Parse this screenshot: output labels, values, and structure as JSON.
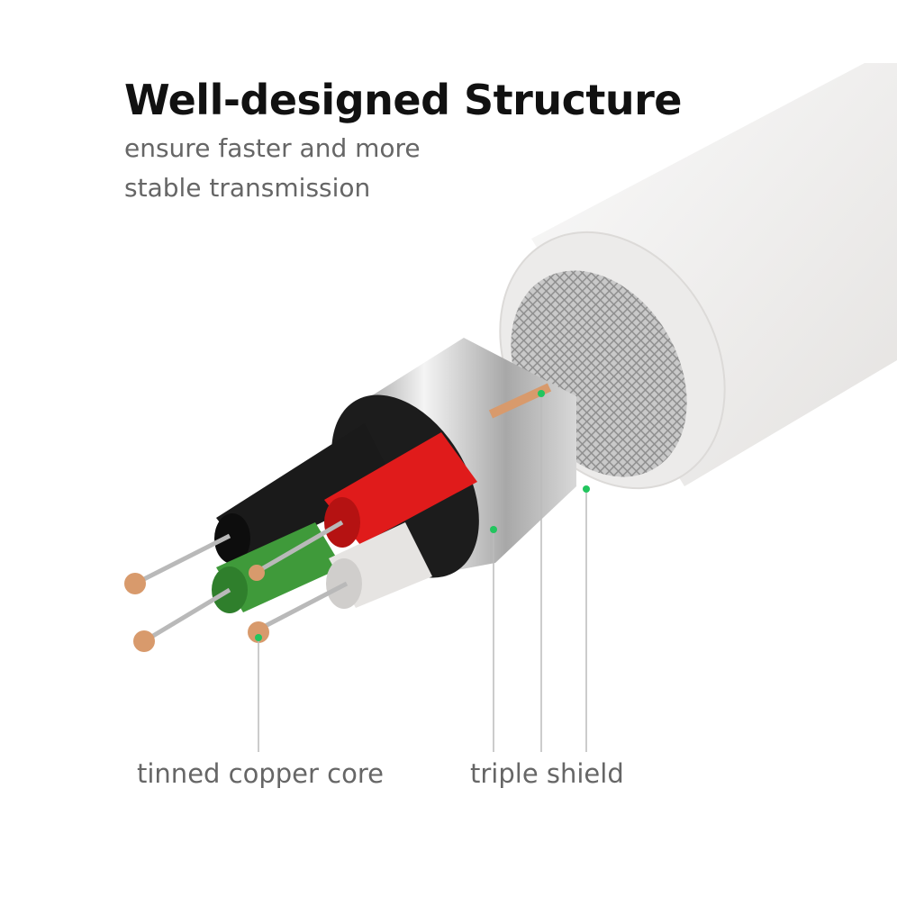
{
  "heading": {
    "title": "Well-designed Structure",
    "subtitle_line1": "ensure faster and more",
    "subtitle_line2": "stable transmission"
  },
  "callouts": {
    "core_label": "tinned copper core",
    "shield_label": "triple shield"
  },
  "colors": {
    "marker": "#22c55e",
    "jacket": "#f2f0ee",
    "red_wire": "#e01b1b",
    "black_wire": "#1a1a1a",
    "green_wire": "#3f9a3a",
    "copper": "#d89a6c"
  }
}
